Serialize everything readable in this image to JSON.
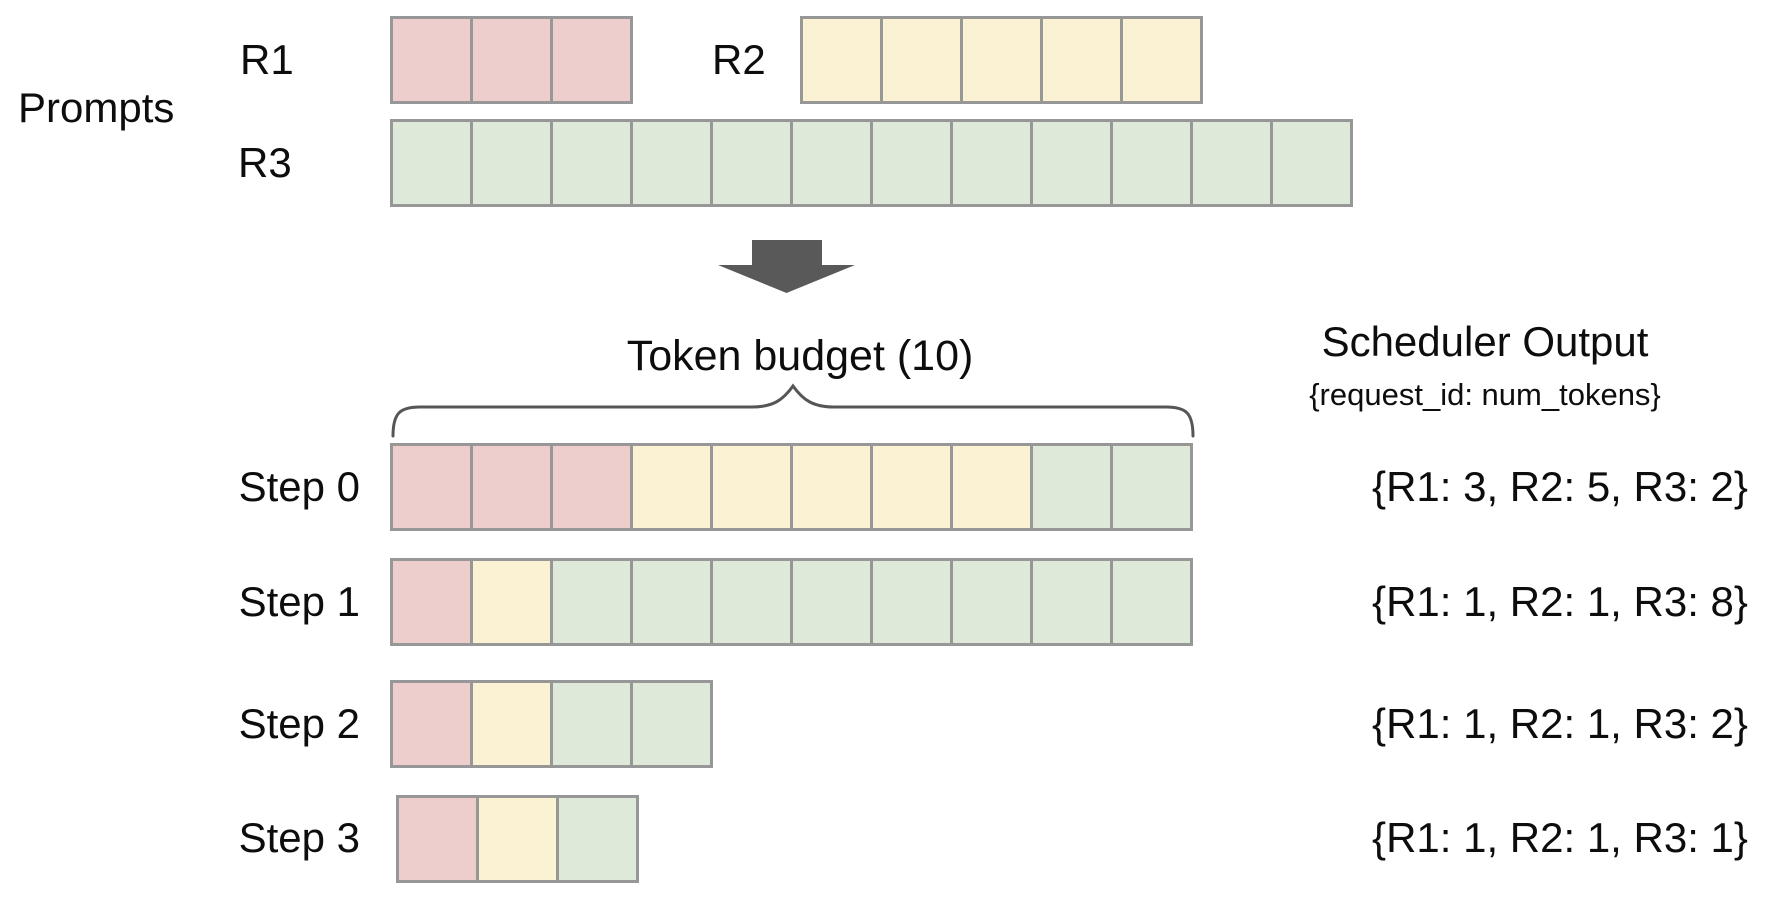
{
  "colors": {
    "requests": {
      "R1": "#edcecd",
      "R2": "#fbf1d3",
      "R3": "#dfe9da"
    },
    "cell_border": "#979797",
    "arrow": "#595959",
    "brace": "#565656",
    "text": "#0d0d0d"
  },
  "prompts": {
    "section_label": "Prompts",
    "rows": [
      {
        "label": "R1",
        "request": "R1",
        "num_tokens": 3,
        "cells": [
          {
            "request": "R1",
            "tokens": 3
          }
        ]
      },
      {
        "label": "R2",
        "request": "R2",
        "num_tokens": 5,
        "cells": [
          {
            "request": "R2",
            "tokens": 5
          }
        ]
      },
      {
        "label": "R3",
        "request": "R3",
        "num_tokens": 12,
        "cells": [
          {
            "request": "R3",
            "tokens": 12
          }
        ]
      }
    ]
  },
  "token_budget": {
    "label": "Token budget (10)",
    "budget": 10
  },
  "scheduler_output": {
    "title": "Scheduler Output",
    "format": "{request_id: num_tokens}"
  },
  "steps": [
    {
      "label": "Step 0",
      "allocation": [
        {
          "request": "R1",
          "tokens": 3
        },
        {
          "request": "R2",
          "tokens": 5
        },
        {
          "request": "R3",
          "tokens": 2
        }
      ],
      "output": "{R1: 3, R2: 5, R3: 2}"
    },
    {
      "label": "Step 1",
      "allocation": [
        {
          "request": "R1",
          "tokens": 1
        },
        {
          "request": "R2",
          "tokens": 1
        },
        {
          "request": "R3",
          "tokens": 8
        }
      ],
      "output": "{R1: 1, R2: 1, R3: 8}"
    },
    {
      "label": "Step 2",
      "allocation": [
        {
          "request": "R1",
          "tokens": 1
        },
        {
          "request": "R2",
          "tokens": 1
        },
        {
          "request": "R3",
          "tokens": 2
        }
      ],
      "output": "{R1: 1, R2: 1, R3: 2}"
    },
    {
      "label": "Step 3",
      "allocation": [
        {
          "request": "R1",
          "tokens": 1
        },
        {
          "request": "R2",
          "tokens": 1
        },
        {
          "request": "R3",
          "tokens": 1
        }
      ],
      "output": "{R1: 1, R2: 1, R3: 1}"
    }
  ]
}
